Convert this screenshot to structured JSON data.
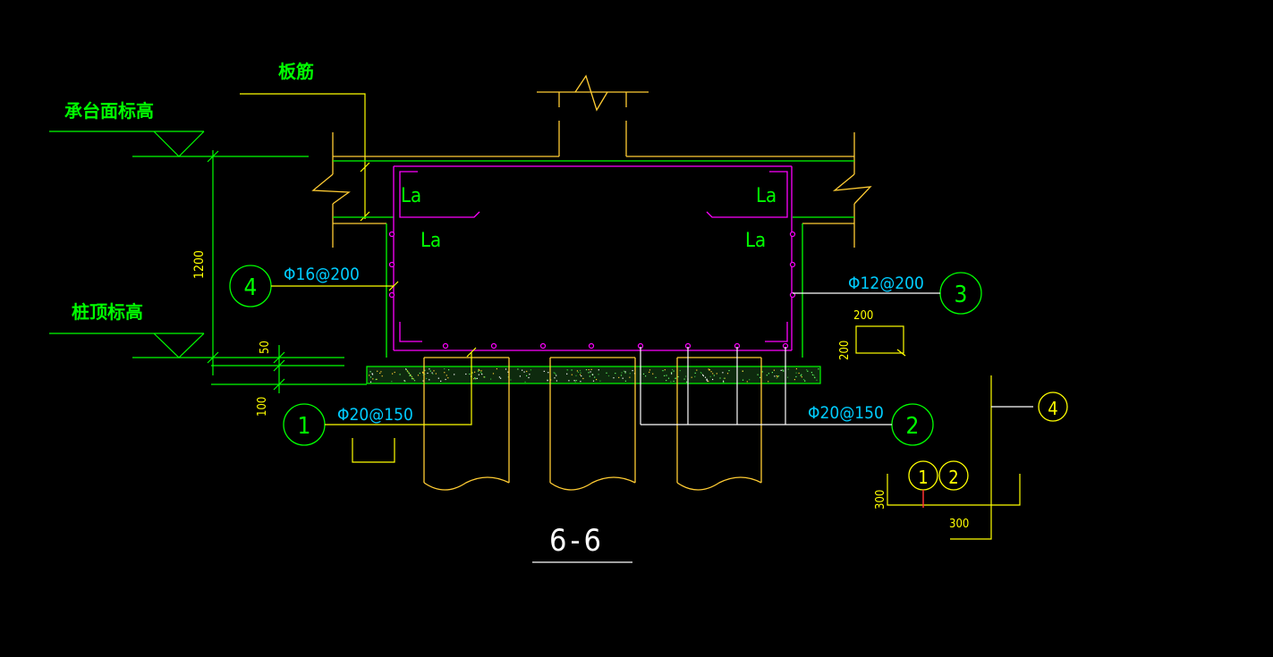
{
  "colors": {
    "background": "#000000",
    "green": "#00ff00",
    "yellow": "#ffff00",
    "orange": "#ffcc33",
    "magenta": "#ff00ff",
    "cyan": "#00ccff",
    "white": "#ffffff",
    "red": "#ff3333",
    "concrete": "#2e8b2e"
  },
  "labels": {
    "slab_rebar": "板筋",
    "cap_top_elevation": "承台面标高",
    "pile_top_elevation": "桩顶标高",
    "section_title": "6-6"
  },
  "dimensions": {
    "cap_height": "1200",
    "pile_embed": "50",
    "cushion": "100",
    "stirrup_w": "200",
    "stirrup_h": "200",
    "detail_w": "300",
    "detail_h": "300"
  },
  "anchorage": {
    "la_top_left": "La",
    "la_bottom_left": "La",
    "la_top_right": "La",
    "la_bottom_right": "La"
  },
  "rebars": {
    "bar1": {
      "tag": "1",
      "spec": "Φ20@150"
    },
    "bar2": {
      "tag": "2",
      "spec": "Φ20@150"
    },
    "bar3": {
      "tag": "3",
      "spec": "Φ12@200"
    },
    "bar4": {
      "tag": "4",
      "spec": "Φ16@200"
    }
  },
  "detail": {
    "tag_a": "1",
    "tag_b": "2",
    "tag_c": "4"
  }
}
